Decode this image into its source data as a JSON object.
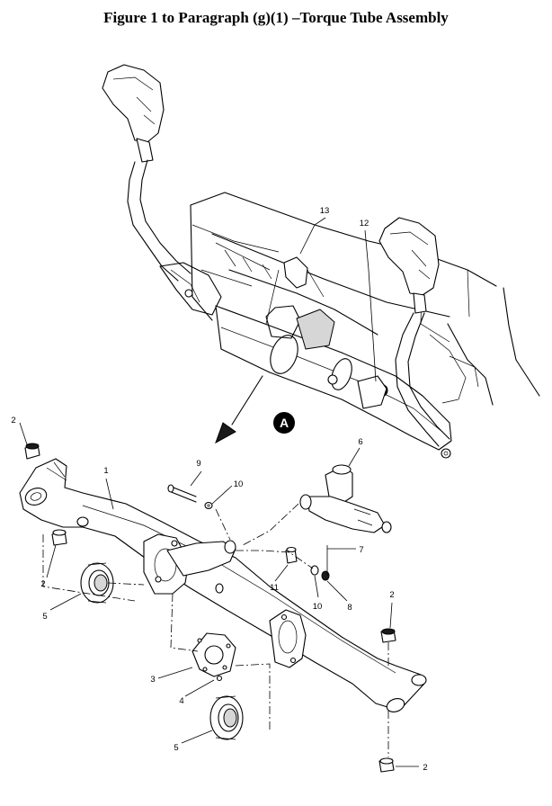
{
  "figure": {
    "title": "Figure 1 to Paragraph (g)(1) –Torque Tube Assembly"
  },
  "callouts": {
    "c1": "1",
    "c2a": "2",
    "c2b": "2",
    "c2c": "2",
    "c2d": "2",
    "c3": "3",
    "c4": "4",
    "c5a": "5",
    "c5b": "5",
    "c6": "6",
    "c7": "7",
    "c8": "8",
    "c9": "9",
    "c10a": "10",
    "c10b": "10",
    "c11": "11",
    "c12": "12",
    "c13": "13"
  },
  "detail": {
    "label": "A"
  }
}
